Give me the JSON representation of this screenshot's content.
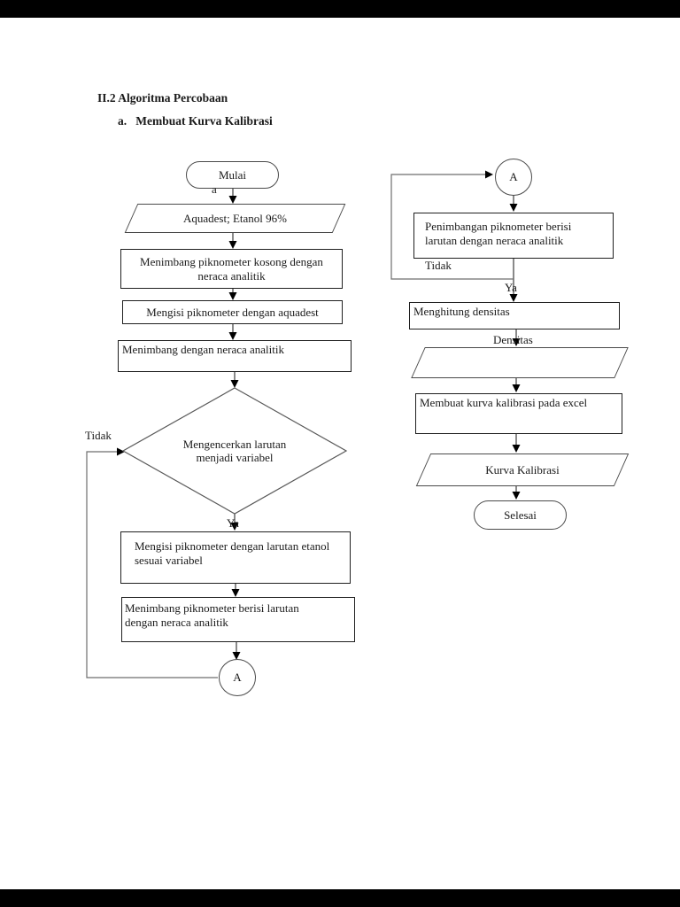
{
  "header": {
    "title": "II.2 Algoritma Percobaan",
    "subtitle": "a.   Membuat Kurva Kalibrasi"
  },
  "left_flow": {
    "start": "Mulai",
    "connector_note": "a",
    "input_materials": "Aquadest; Etanol 96%",
    "step_weigh_empty": "Menimbang piknometer kosong dengan neraca analitik",
    "step_fill_aquadest": "Mengisi piknometer dengan aquadest",
    "step_weigh_balance": "Menimbang dengan neraca analitik",
    "decision_dilute": "Mengencerkan larutan menjadi variabel",
    "label_no": "Tidak",
    "label_yes": "Ya",
    "step_fill_ethanol": "Mengisi piknometer dengan larutan etanol sesuai variabel",
    "step_weigh_filled": "Menimbang piknometer berisi larutan dengan neraca analitik",
    "connector": "A"
  },
  "right_flow": {
    "connector": "A",
    "step_weigh_solution": "Penimbangan piknometer berisi larutan dengan neraca analitik",
    "label_no": "Tidak",
    "label_yes": "Ya",
    "step_calc_density": "Menghitung densitas",
    "label_density": "Densitas",
    "step_make_curve": "Membuat kurva kalibrasi pada excel",
    "output_curve": "Kurva Kalibrasi",
    "end": "Selesai"
  },
  "colors": {
    "line": "#4a4a4a",
    "loop_line": "#6e6e6e",
    "arrowhead": "#000000",
    "box_border": "#1f1f1f",
    "letterbox": "#000000"
  }
}
